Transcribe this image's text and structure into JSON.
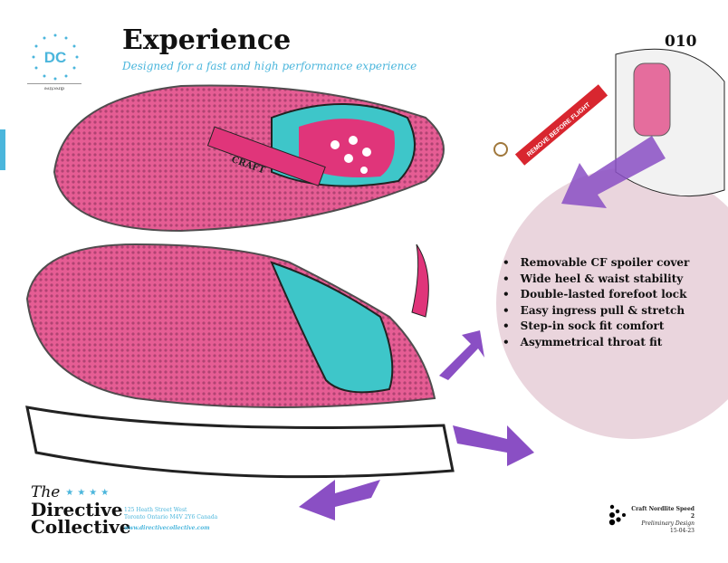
{
  "header": {
    "title": "Experience",
    "subtitle": "Designed for a fast and high performance experience",
    "page_number": "010",
    "logo_text": "DC",
    "logo_tagline": "ǝʌᴉʇɔǝɹᴉp"
  },
  "features": [
    "Removable CF spoiler cover",
    "Wide heel & waist stability",
    "Double-lasted forefoot lock",
    "Easy ingress pull & stretch",
    "Step-in sock fit comfort",
    "Asymmetrical throat fit"
  ],
  "sketch": {
    "tag_text": "REMOVE BEFORE FLIGHT",
    "brand_mark": "CRAFT"
  },
  "footer": {
    "brand_the": "The",
    "brand_line1": "Directive",
    "brand_line2": "Collective",
    "stars": "★★★★",
    "address_line1": "125 Heath Street West",
    "address_line2": "Toronto Ontario M4V 2Y6 Canada",
    "website": "www.directivecollective.com",
    "project_name": "Craft Nordlite Speed 2",
    "project_stage": "Preliminary Design",
    "project_date": "15-04-23"
  },
  "colors": {
    "accent": "#4bb6dc",
    "pink": "#e0357a",
    "teal": "#3ec6c9",
    "purple": "#8a4fc4",
    "circle": "#ead5dd"
  }
}
